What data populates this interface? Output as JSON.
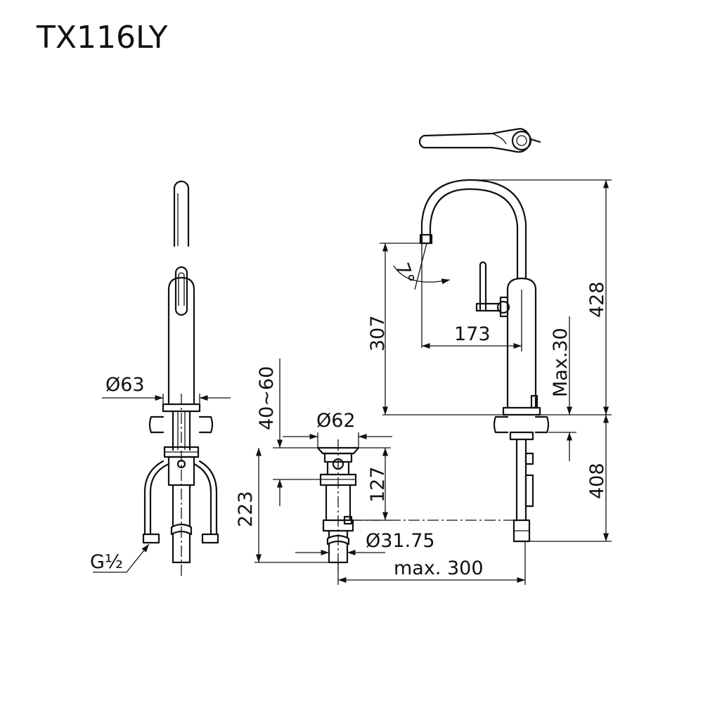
{
  "title": "TX116LY",
  "dimensions": {
    "d63": "Ø63",
    "g_half": "G½",
    "range_40_60": "40~60",
    "d62": "Ø62",
    "d223": "223",
    "d127": "127",
    "d31_75": "Ø31.75",
    "max300": "max. 300",
    "d307": "307",
    "angle7": "7°",
    "d173": "173",
    "max30": "Max.30",
    "d428": "428",
    "d408": "408"
  }
}
